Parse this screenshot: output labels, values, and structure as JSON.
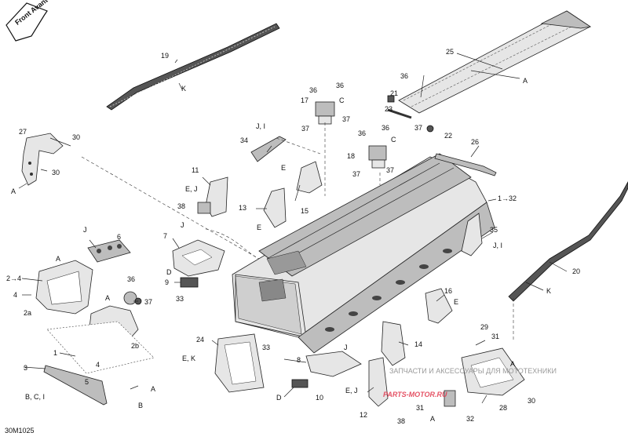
{
  "front_badge": "Front Avant",
  "figure_code": "30M1025",
  "watermark": {
    "caption": "ЗАПЧАСТИ И АКСЕССУАРЫ ДЛЯ МОТОТЕХНИКИ",
    "logo": "PARTS-MOTOR.RU"
  },
  "callouts": {
    "c19": "19",
    "cK1": "K",
    "c25": "25",
    "cA1": "A",
    "c36a": "36",
    "c21": "21",
    "c23": "23",
    "c37a": "37",
    "c22": "22",
    "c36b": "36",
    "c36c": "36",
    "c17": "17",
    "cC1": "C",
    "c37b": "37",
    "c37c": "37",
    "c36d": "36",
    "c36e": "36",
    "c18": "18",
    "cC2": "C",
    "c37d": "37",
    "c37e": "37",
    "c27": "27",
    "c30a": "30",
    "c30b": "30",
    "cA2": "A",
    "cJI1": "J, I",
    "c34": "34",
    "cE1": "E",
    "c15": "15",
    "c11": "11",
    "cEJ1": "E, J",
    "c38a": "38",
    "c13": "13",
    "cE2": "E",
    "c26": "26",
    "c1_32": "1→32",
    "c35": "35",
    "cJI2": "J, I",
    "cJ1": "J",
    "c6": "6",
    "cA3": "A",
    "c2_4": "2→4",
    "c4a": "4",
    "c2a": "2a",
    "c7": "7",
    "cJ2": "J",
    "cD1": "D",
    "c9": "9",
    "c33a": "33",
    "c36f": "36",
    "cA4": "A",
    "c37f": "37",
    "c2b": "2b",
    "c4b": "4",
    "c1": "1",
    "c3": "3",
    "c5": "5",
    "cBCI": "B, C, I",
    "cA5": "A",
    "cB": "B",
    "c24": "24",
    "cEK": "E, K",
    "c33b": "33",
    "c8": "8",
    "cJ3": "J",
    "cD2": "D",
    "c10": "10",
    "c16": "16",
    "cE3": "E",
    "c14": "14",
    "cEJ2": "E, J",
    "c12": "12",
    "c38b": "38",
    "c20": "20",
    "cK2": "K",
    "c29": "29",
    "c31a": "31",
    "cA6": "A",
    "c30c": "30",
    "c31b": "31",
    "c28": "28",
    "cA7": "A",
    "c32": "32"
  }
}
